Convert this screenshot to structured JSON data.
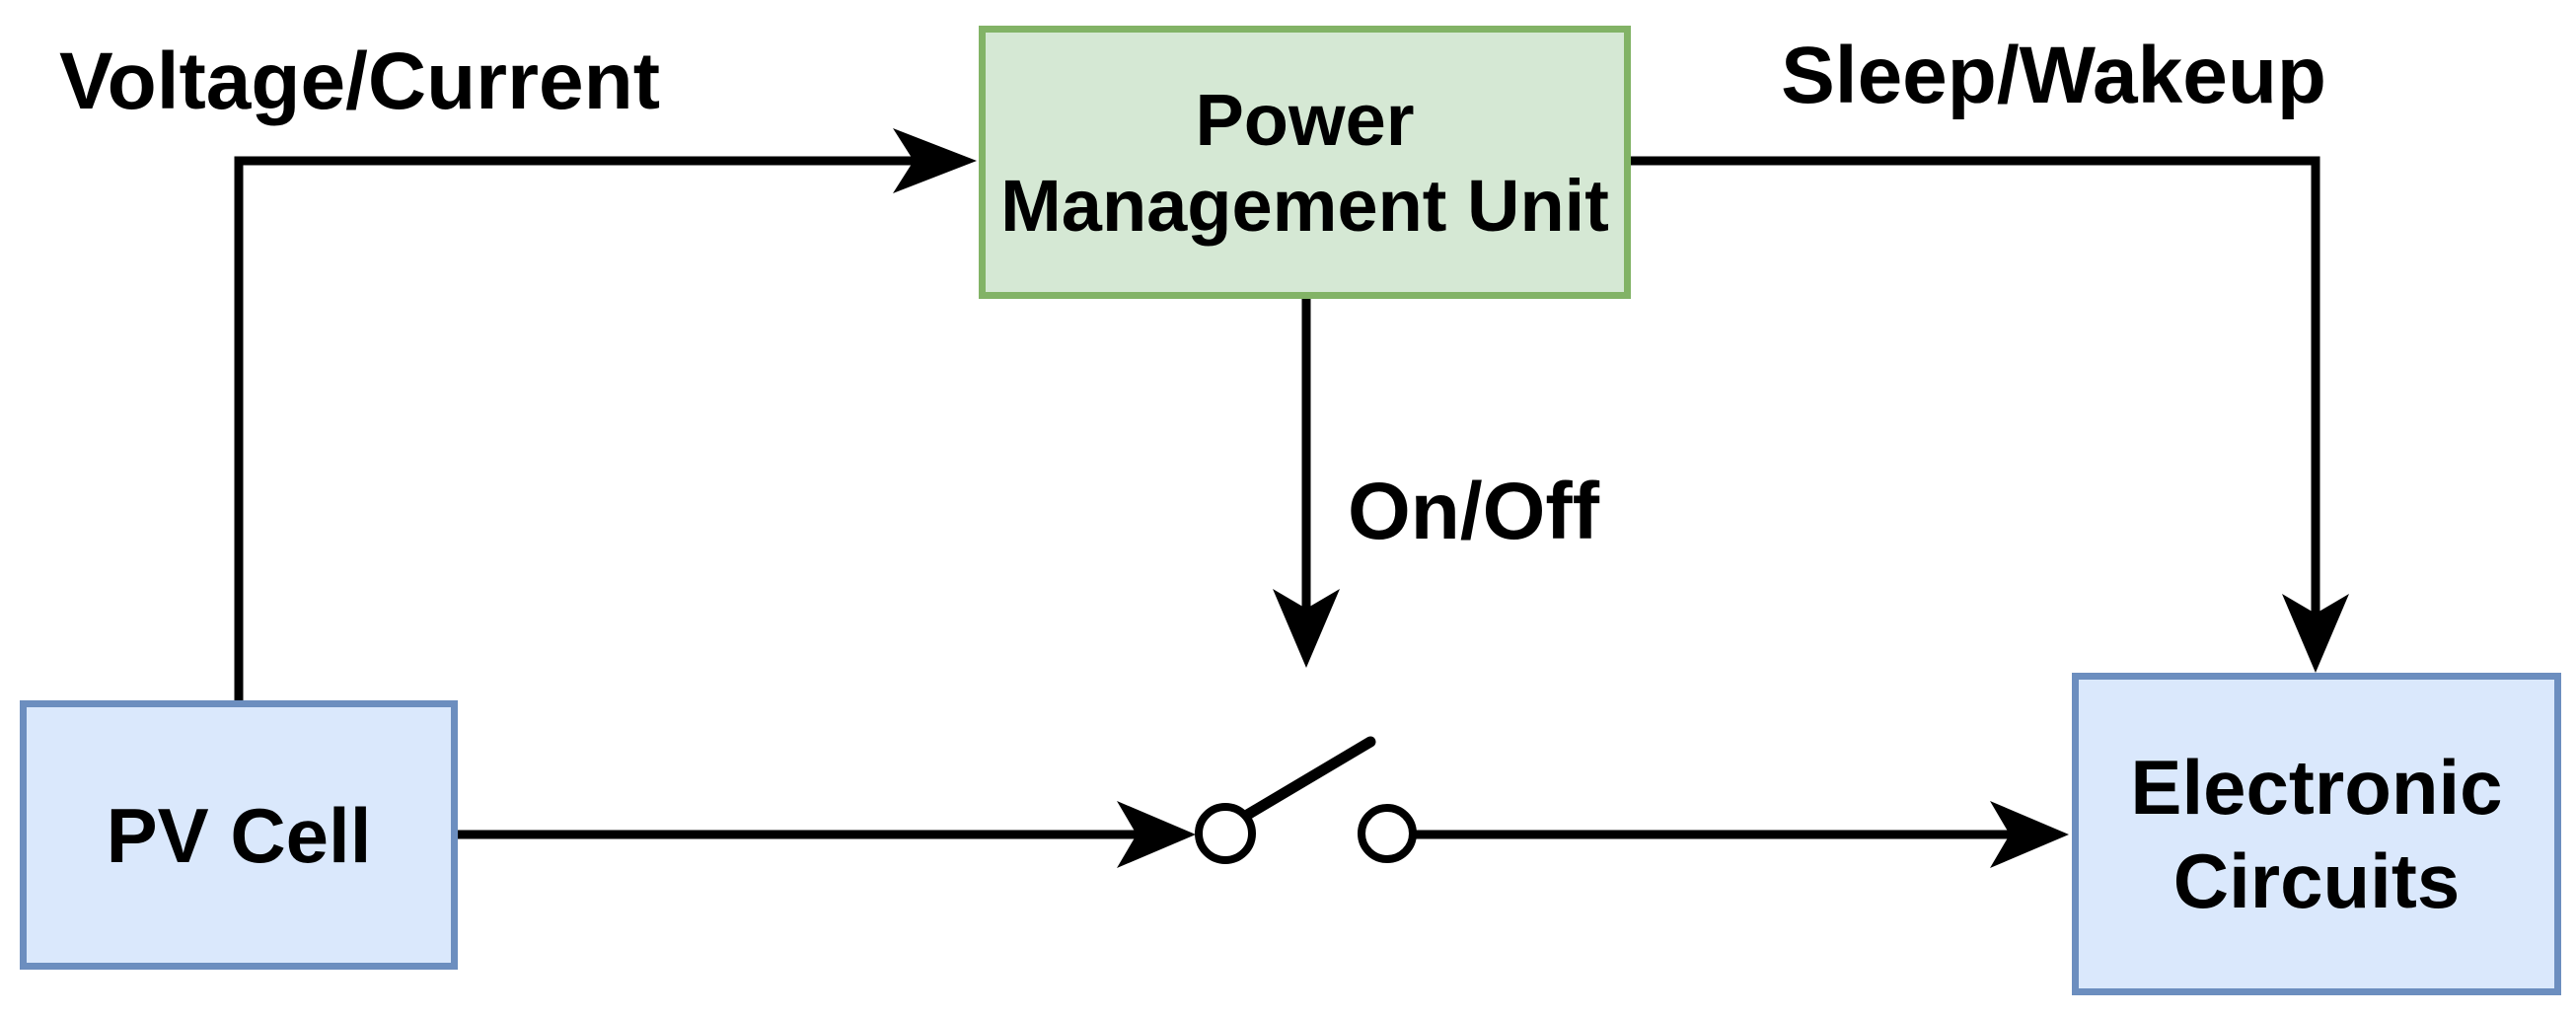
{
  "diagram": {
    "background": "#ffffff",
    "wire_color": "#000000",
    "text_color": "#000000",
    "nodes": {
      "pmu": {
        "label": "Power Management Unit",
        "lines": [
          "Power",
          "Management Unit"
        ],
        "fill": "#d5e8d4",
        "stroke": "#82b366"
      },
      "pv": {
        "label": "PV Cell",
        "lines": [
          "PV Cell"
        ],
        "fill": "#dae8fc",
        "stroke": "#6c8ebf"
      },
      "ec": {
        "label": "Electronic Circuits",
        "lines": [
          "Electronic",
          "Circuits"
        ],
        "fill": "#dae8fc",
        "stroke": "#6c8ebf"
      }
    },
    "edges": [
      {
        "from": "PV Cell",
        "to": "Power Management Unit",
        "label": "Voltage/Current",
        "style": "arrow"
      },
      {
        "from": "Power Management Unit",
        "to": "Electronic Circuits",
        "label": "Sleep/Wakeup",
        "style": "arrow"
      },
      {
        "from": "Power Management Unit",
        "to": "switch",
        "label": "On/Off",
        "style": "arrow"
      },
      {
        "from": "PV Cell",
        "to": "switch",
        "label": "",
        "style": "arrow"
      },
      {
        "from": "switch",
        "to": "Electronic Circuits",
        "label": "",
        "style": "arrow"
      }
    ],
    "switch": {
      "kind": "open switch contact"
    }
  }
}
